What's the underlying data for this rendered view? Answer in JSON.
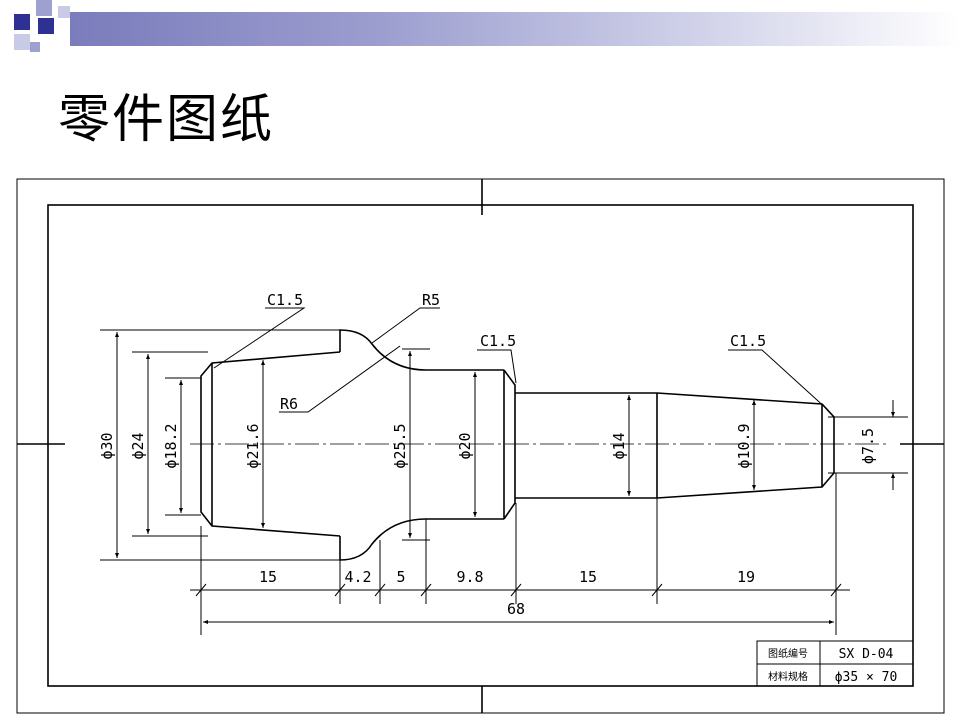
{
  "slide": {
    "title": "零件图纸"
  },
  "drawing": {
    "dimensions": {
      "c1": "C1.5",
      "c2": "C1.5",
      "c3": "C1.5",
      "r5": "R5",
      "r6": "R6",
      "d30": "ϕ30",
      "d24": "ϕ24",
      "d18": "ϕ18.2",
      "d21": "ϕ21.6",
      "d25": "ϕ25.5",
      "d20": "ϕ20",
      "d14": "ϕ14",
      "d10": "ϕ10.9",
      "d7": "ϕ7.5",
      "l15a": "15",
      "l42": "4.2",
      "l5": "5",
      "l98": "9.8",
      "l15b": "15",
      "l19": "19",
      "l68": "68"
    },
    "title_block": {
      "drawing_no_label": "图纸编号",
      "drawing_no_value": "SX D-04",
      "material_label": "材料规格",
      "material_value": "ϕ35 × 70"
    }
  }
}
